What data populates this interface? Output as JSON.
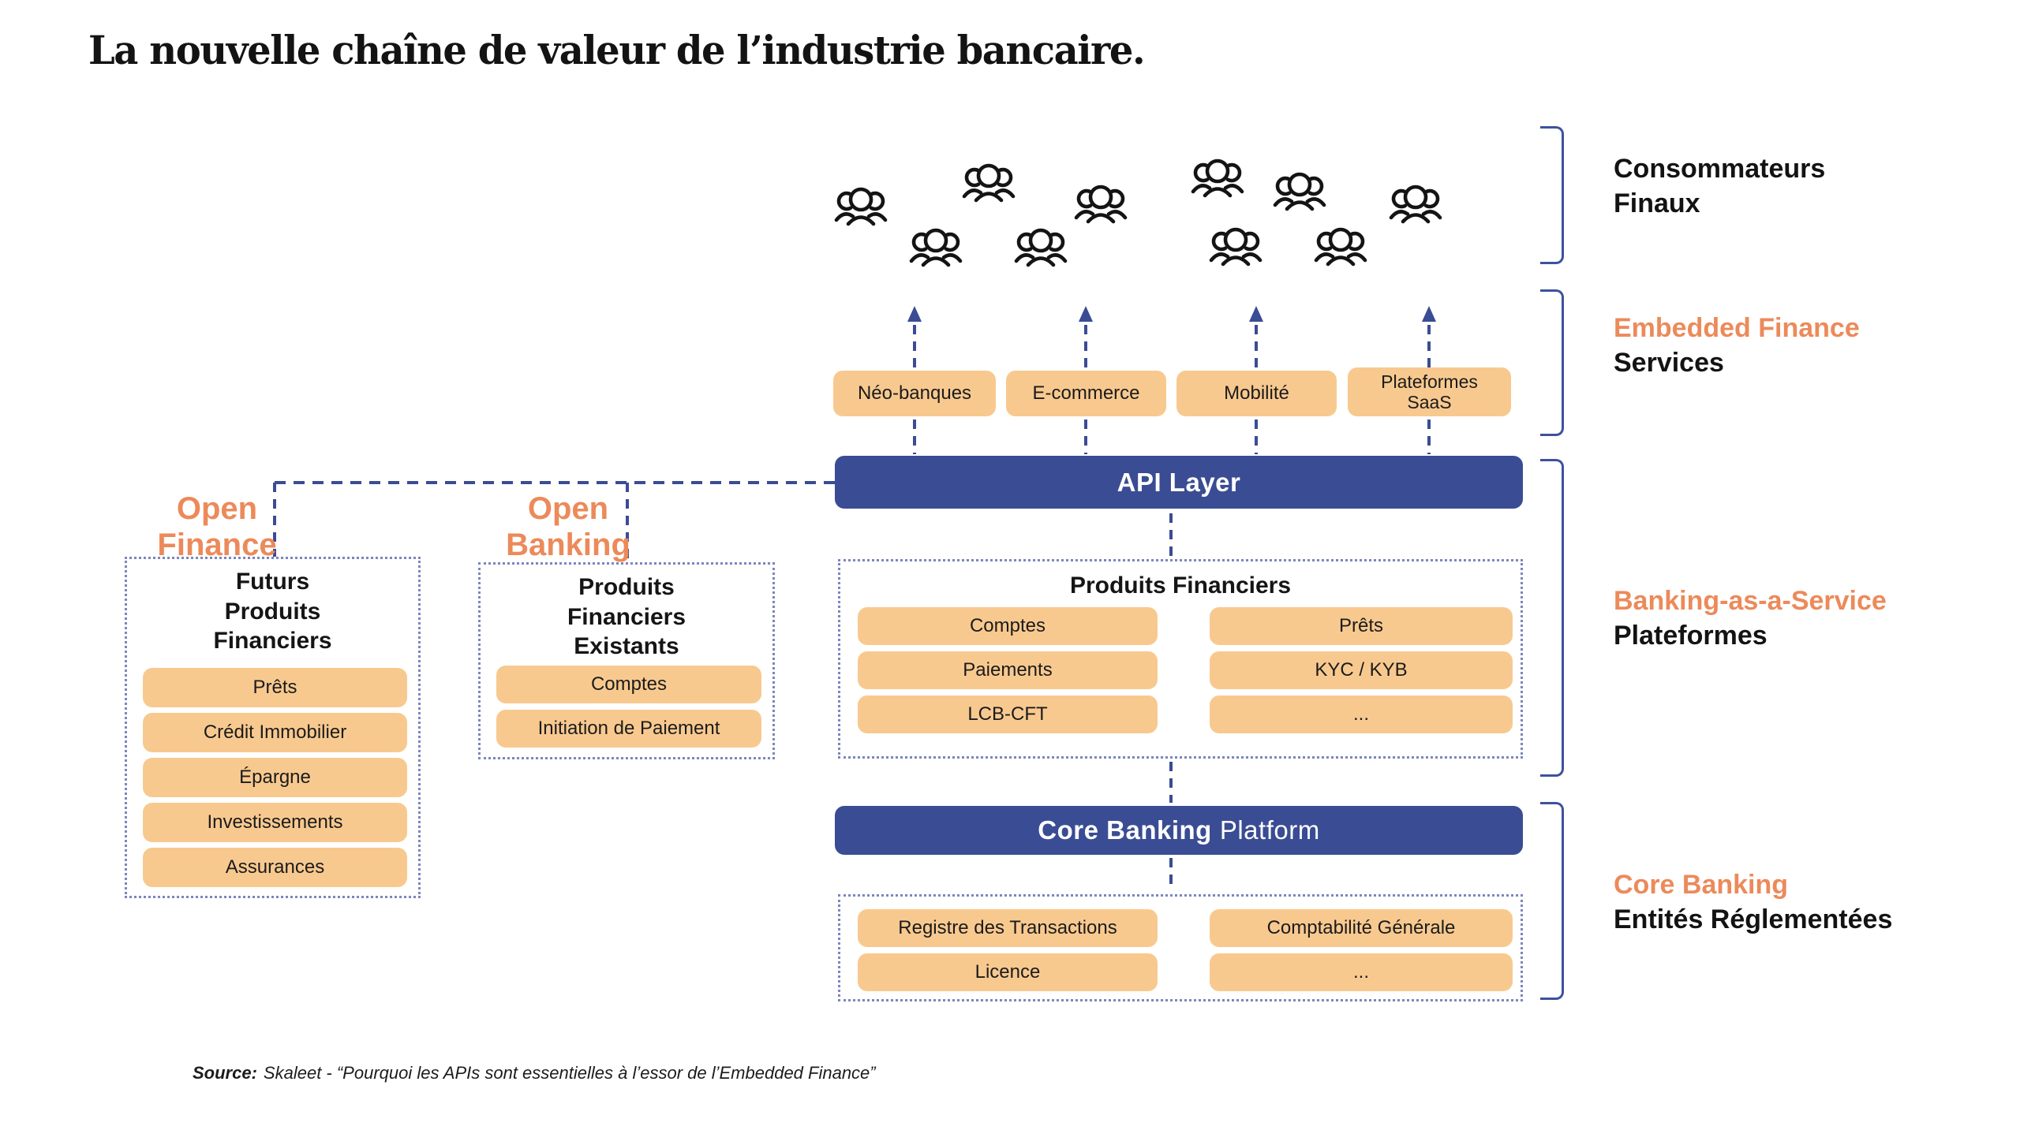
{
  "title": "La nouvelle chaîne de valeur de l’industrie bancaire.",
  "colors": {
    "accent_orange": "#EC8A5A",
    "box_orange": "#F8C98F",
    "primary_blue": "#3A4C93",
    "bracket_blue": "#3D519E",
    "dotted_border": "#7B86BE"
  },
  "embedded_services": [
    "Néo-banques",
    "E-commerce",
    "Mobilité",
    "Plateformes SaaS"
  ],
  "api_layer_label": "API Layer",
  "produits_financiers": {
    "title": "Produits Financiers",
    "left_items": [
      "Comptes",
      "Paiements",
      "LCB-CFT"
    ],
    "right_items": [
      "Prêts",
      "KYC / KYB",
      "..."
    ]
  },
  "core_banking_bar": {
    "bold": "Core Banking",
    "regular": "Platform"
  },
  "core_banking_box": {
    "left_items": [
      "Registre des Transactions",
      "Licence"
    ],
    "right_items": [
      "Comptabilité Générale",
      "..."
    ]
  },
  "open_finance": {
    "label_lines": [
      "Open",
      "Finance"
    ],
    "box_title_lines": [
      "Futurs",
      "Produits",
      "Financiers"
    ],
    "items": [
      "Prêts",
      "Crédit Immobilier",
      "Épargne",
      "Investissements",
      "Assurances"
    ]
  },
  "open_banking": {
    "label_lines": [
      "Open",
      "Banking"
    ],
    "box_title_lines": [
      "Produits",
      "Financiers",
      "Existants"
    ],
    "items": [
      "Comptes",
      "Initiation de Paiement"
    ]
  },
  "right_sections": [
    {
      "line1": "Consommateurs",
      "line2": "Finaux"
    },
    {
      "line1": "Embedded Finance",
      "line2": "Services"
    },
    {
      "line1": "Banking-as-a-Service",
      "line2": "Plateformes"
    },
    {
      "line1": "Core Banking",
      "line2": "Entités Réglementées"
    }
  ],
  "source": {
    "prefix": "Source:",
    "text": "Skaleet - “Pourquoi les APIs sont essentielles à l’essor de l’Embedded Finance”"
  }
}
